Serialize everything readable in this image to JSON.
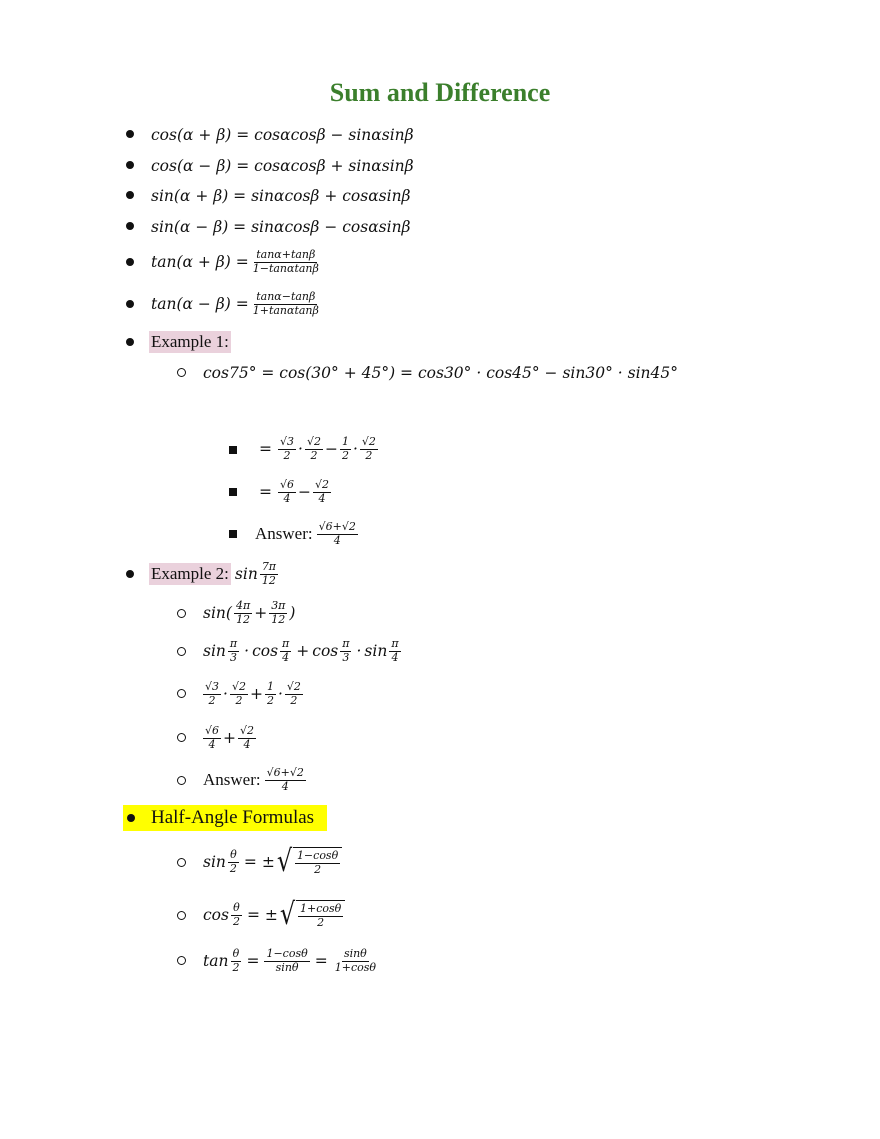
{
  "title": "Sum and Difference",
  "identities": [
    "cos(α + β) = cosαcosβ − sinαsinβ",
    "cos(α − β) = cosαcosβ + sinαsinβ",
    "sin(α + β) = sinαcosβ + cosαsinβ",
    "sin(α − β) = sinαcosβ − cosαsinβ"
  ],
  "tan_sum": {
    "lhs": "tan(α + β) =",
    "num": "tanα+tanβ",
    "den": "1−tanαtanβ"
  },
  "tan_diff": {
    "lhs": "tan(α − β) =",
    "num": "tanα−tanβ",
    "den": "1+tanαtanβ"
  },
  "example1": {
    "label": "Example 1:",
    "line1": "cos75° = cos(30° + 45°) = cos30° · cos45° − sin30° · sin45°",
    "step1": {
      "eq": "=",
      "f1n": "√3",
      "f1d": "2",
      "dot1": "·",
      "f2n": "√2",
      "f2d": "2",
      "minus": "−",
      "f3n": "1",
      "f3d": "2",
      "dot2": "·",
      "f4n": "√2",
      "f4d": "2"
    },
    "step2": {
      "eq": "=",
      "f1n": "√6",
      "f1d": "4",
      "minus": "−",
      "f2n": "√2",
      "f2d": "4"
    },
    "answer": {
      "label": "Answer:",
      "num": "√6+√2",
      "den": "4"
    }
  },
  "example2": {
    "label": "Example 2:",
    "fn": "sin",
    "arg_num": "7π",
    "arg_den": "12",
    "step1": {
      "fn": "sin(",
      "f1n": "4π",
      "f1d": "12",
      "plus": "+",
      "f2n": "3π",
      "f2d": "12",
      "close": ")"
    },
    "step2": {
      "a": "sin",
      "f1n": "π",
      "f1d": "3",
      "dot1": "·",
      "b": "cos",
      "f2n": "π",
      "f2d": "4",
      "plus": "+",
      "c": "cos",
      "f3n": "π",
      "f3d": "3",
      "dot2": "·",
      "d": "sin",
      "f4n": "π",
      "f4d": "4"
    },
    "step3": {
      "f1n": "√3",
      "f1d": "2",
      "dot1": "·",
      "f2n": "√2",
      "f2d": "2",
      "plus": "+",
      "f3n": "1",
      "f3d": "2",
      "dot2": "·",
      "f4n": "√2",
      "f4d": "2"
    },
    "step4": {
      "f1n": "√6",
      "f1d": "4",
      "plus": "+",
      "f2n": "√2",
      "f2d": "4"
    },
    "answer": {
      "label": "Answer:",
      "num": "√6+√2",
      "den": "4"
    }
  },
  "half_angle": {
    "heading": "Half-Angle Formulas",
    "sin": {
      "fn": "sin",
      "hn": "θ",
      "hd": "2",
      "eq": "= ±",
      "rn": "1−cosθ",
      "rd": "2"
    },
    "cos": {
      "fn": "cos",
      "hn": "θ",
      "hd": "2",
      "eq": "= ±",
      "rn": "1+cosθ",
      "rd": "2"
    },
    "tan": {
      "fn": "tan",
      "hn": "θ",
      "hd": "2",
      "eq1": "=",
      "f1n": "1−cosθ",
      "f1d": "sinθ",
      "eq2": "=",
      "f2n": "sinθ",
      "f2d": "1+cosθ"
    }
  },
  "colors": {
    "title": "#3b7f2c",
    "pink_highlight": "#ead1dc",
    "yellow_highlight": "#ffff00"
  }
}
